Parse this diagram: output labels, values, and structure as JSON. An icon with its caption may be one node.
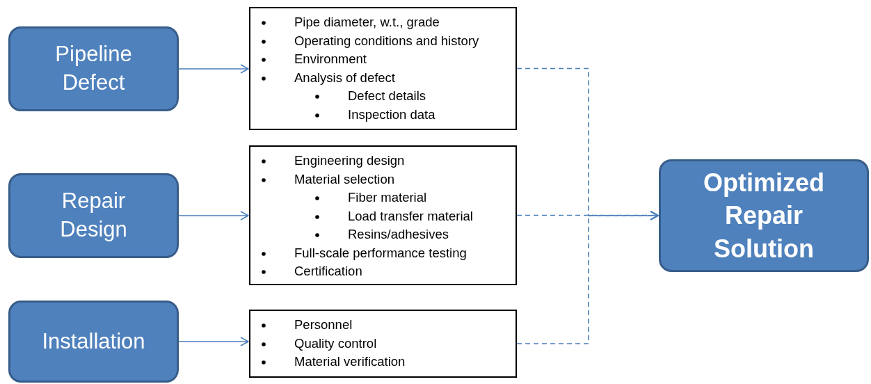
{
  "diagram": {
    "nodes": [
      {
        "text": [
          "Pipeline Defect"
        ]
      },
      {
        "text": [
          "Pipe diameter, w.t., grade",
          "Operating conditions and history",
          "Environment",
          "Analysis of defect",
          "Defect details",
          "Inspection data"
        ]
      },
      {
        "text": [
          "Repair Design"
        ]
      },
      {
        "text": [
          "Engineering design",
          "Material selection",
          "Fiber material",
          "Load transfer material",
          "Resins/adhesives",
          "Full-scale performance testing",
          "Certification"
        ]
      },
      {
        "text": [
          "Installation"
        ]
      },
      {
        "text": [
          "Personnel",
          "Quality control",
          "Material verification"
        ]
      },
      {
        "text": [
          "Optimized Repair Solution"
        ]
      }
    ],
    "edges": [
      {
        "from": 0,
        "to": 1,
        "arrow": "to"
      },
      {
        "from": 2,
        "to": 3,
        "arrow": "to"
      },
      {
        "from": 4,
        "to": 5,
        "arrow": "to"
      },
      {
        "from": 1,
        "to": 6,
        "arrow": "to",
        "style": "dashed"
      },
      {
        "from": 3,
        "to": 6,
        "arrow": "to",
        "style": "dashed"
      },
      {
        "from": 5,
        "to": 6,
        "arrow": "to",
        "style": "dashed"
      }
    ]
  }
}
